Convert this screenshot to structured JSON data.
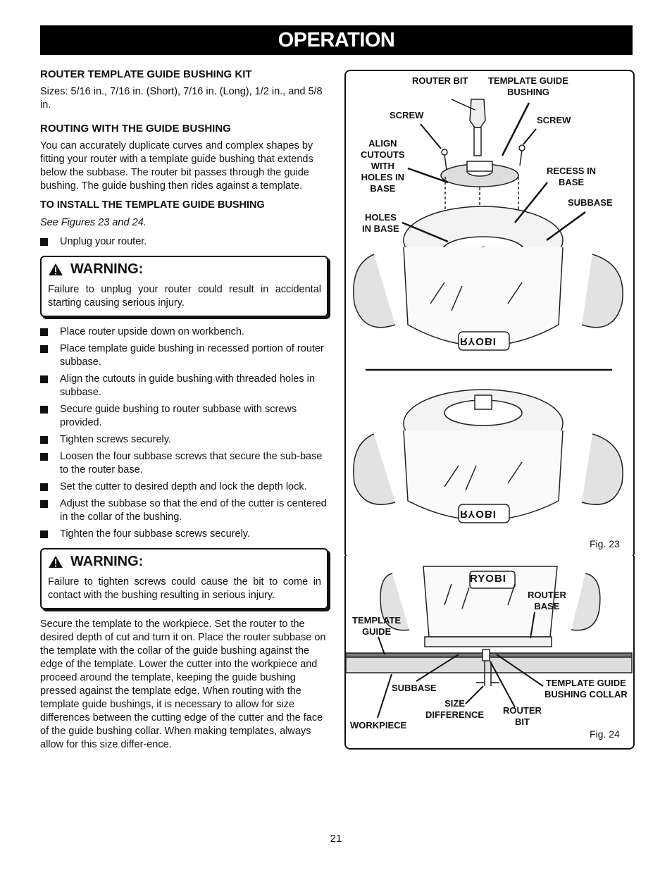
{
  "header": {
    "title": "OPERATION"
  },
  "left": {
    "kit_heading": "ROUTER TEMPLATE GUIDE BUSHING KIT",
    "kit_sizes": "Sizes: 5/16 in., 7/16 in. (Short), 7/16 in. (Long), 1/2 in., and 5/8 in.",
    "routing_heading": "ROUTING WITH THE GUIDE BUSHING",
    "routing_text": "You can accurately duplicate curves and complex shapes by fitting your router with a template guide bushing that extends below the subbase. The router bit passes through the guide bushing. The guide bushing then rides against a template.",
    "install_heading": "TO INSTALL THE TEMPLATE GUIDE BUSHING",
    "see_figures": "See Figures 23 and 24.",
    "step_unplug": "Unplug your router.",
    "warning1": {
      "title": "WARNING:",
      "text": "Failure to unplug your router could result in accidental starting causing serious injury."
    },
    "steps": [
      "Place router upside down on workbench.",
      "Place template guide bushing in recessed portion of router subbase.",
      "Align the cutouts in guide bushing with threaded holes in subbase.",
      "Secure guide bushing to router subbase with screws provided.",
      "Tighten screws securely.",
      "Loosen the four subbase screws that secure the sub-base to the router base.",
      "Set the cutter to desired depth and lock the depth lock.",
      "Adjust the subbase so that the end of the cutter is centered in the collar of the bushing.",
      "Tighten the four subbase screws securely."
    ],
    "warning2": {
      "title": "WARNING:",
      "text": "Failure to tighten screws could cause the bit to come in contact with the bushing resulting in serious injury."
    },
    "closing_text": "Secure the template to the workpiece. Set the router to the desired depth of cut and turn it on. Place the router subbase on the template with the collar of the guide bushing against the edge of the template. Lower the cutter into the workpiece and proceed around the template, keeping the guide bushing pressed against the template edge. When routing with the template guide bushings, it is necessary to allow for size differences between the cutting edge of the cutter and the face of the guide bushing collar. When making templates, always allow for this size differ-ence."
  },
  "fig23": {
    "caption": "Fig. 23",
    "labels": {
      "router_bit": "ROUTER BIT",
      "template_guide_bushing": "TEMPLATE GUIDE\nBUSHING",
      "screw_left": "SCREW",
      "screw_right": "SCREW",
      "align_cutouts": "ALIGN\nCUTOUTS\nWITH\nHOLES IN\nBASE",
      "recess_in_base": "RECESS IN\nBASE",
      "subbase": "SUBBASE",
      "holes_in_base": "HOLES\nIN BASE"
    },
    "brand": "RYOBI"
  },
  "fig24": {
    "caption": "Fig. 24",
    "labels": {
      "router_base": "ROUTER\nBASE",
      "template_guide": "TEMPLATE\nGUIDE",
      "subbase": "SUBBASE",
      "template_guide_bushing_collar": "TEMPLATE GUIDE\nBUSHING COLLAR",
      "size_difference": "SIZE\nDIFFERENCE",
      "router_bit": "ROUTER\nBIT",
      "workpiece": "WORKPIECE"
    },
    "brand": "RYOBI"
  },
  "page_number": "21"
}
